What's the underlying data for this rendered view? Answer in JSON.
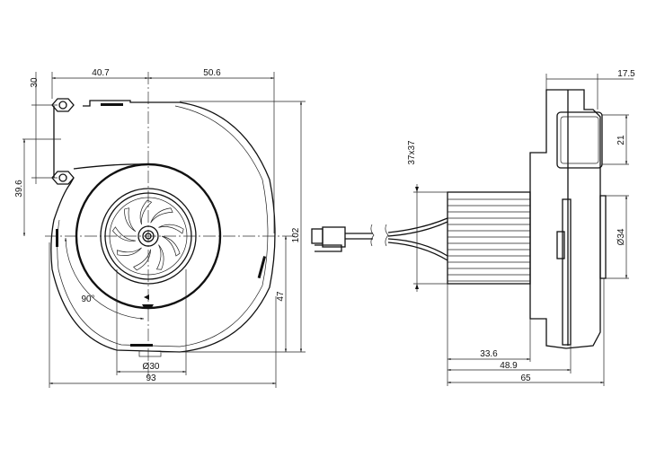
{
  "drawing": {
    "front_view": {
      "dimensions": {
        "mount_hole_spacing": "30",
        "left_to_center": "40.7",
        "center_to_right": "50.6",
        "outlet_to_center": "39.6",
        "height": "102",
        "center_to_bottom": "47",
        "angle": "90°",
        "inlet_diameter": "Ø30",
        "width": "93"
      }
    },
    "side_view": {
      "dimensions": {
        "outlet_depth": "17.5",
        "outlet_height": "21",
        "motor_section": "37x37",
        "hub_diameter": "Ø34",
        "motor_length": "33.6",
        "to_flange": "48.9",
        "total_depth": "65"
      }
    }
  }
}
